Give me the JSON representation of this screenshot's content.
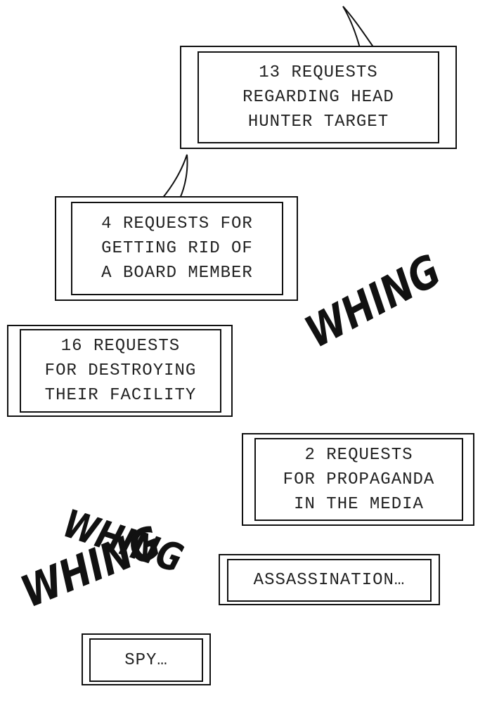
{
  "captions": [
    {
      "id": "head-hunter",
      "text": "13 REQUESTS\nREGARDING HEAD\nHUNTER TARGET"
    },
    {
      "id": "board-member",
      "text": "4 REQUESTS FOR\nGETTING RID OF\nA BOARD MEMBER"
    },
    {
      "id": "facility",
      "text": "16 REQUESTS\nFOR DESTROYING\nTHEIR FACILITY"
    },
    {
      "id": "propaganda",
      "text": "2 REQUESTS\nFOR PROPAGANDA\nIN THE MEDIA"
    },
    {
      "id": "assassination",
      "text": "ASSASSINATION…"
    },
    {
      "id": "spy",
      "text": "SPY…"
    }
  ],
  "sound_effects": [
    "WHING",
    "WHING",
    "WHING"
  ],
  "colors": {
    "ink": "#111111",
    "paper": "#ffffff"
  }
}
